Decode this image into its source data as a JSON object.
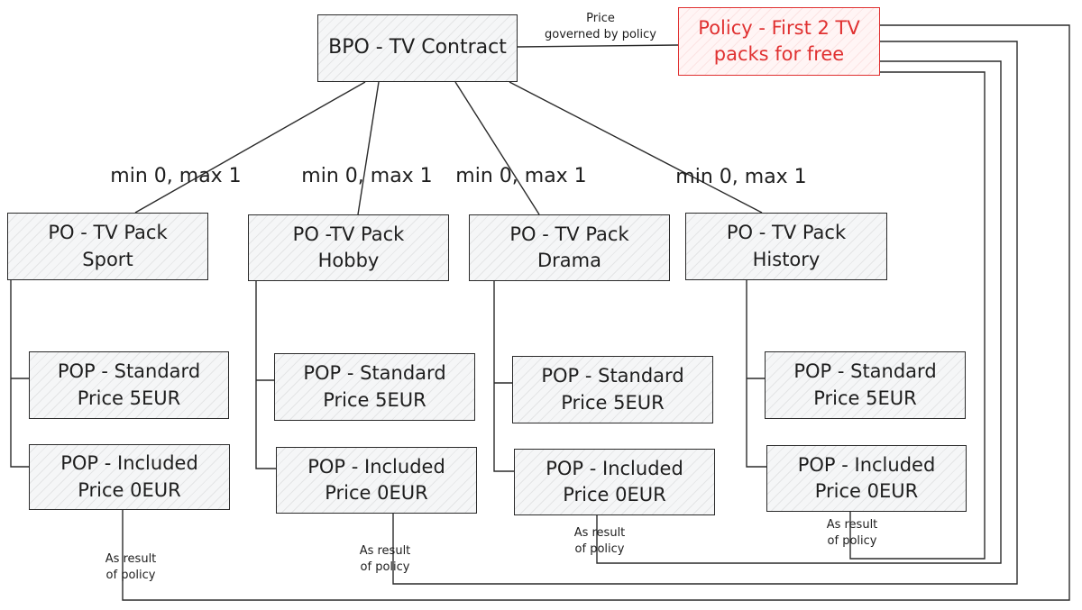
{
  "bpo": {
    "label": "BPO - TV Contract"
  },
  "policy": {
    "label": "Policy - First 2 TV\npacks for free"
  },
  "edge_label": "Price\ngoverned by policy",
  "result_label": "As result\nof policy",
  "packs": [
    {
      "cardinality": "min 0, max 1",
      "po": "PO - TV Pack\nSport",
      "standard": "POP - Standard\nPrice 5EUR",
      "included": "POP - Included\nPrice 0EUR"
    },
    {
      "cardinality": "min 0, max 1",
      "po": "PO -TV Pack\nHobby",
      "standard": "POP - Standard\nPrice 5EUR",
      "included": "POP - Included\nPrice 0EUR"
    },
    {
      "cardinality": "min 0, max 1",
      "po": "PO - TV Pack\nDrama",
      "standard": "POP - Standard\nPrice 5EUR",
      "included": "POP - Included\nPrice 0EUR"
    },
    {
      "cardinality": "min 0, max 1",
      "po": "PO - TV Pack\nHistory",
      "standard": "POP - Standard\nPrice 5EUR",
      "included": "POP - Included\nPrice 0EUR"
    }
  ],
  "colors": {
    "policy": "#e03131",
    "stroke": "#2a2a2a"
  }
}
